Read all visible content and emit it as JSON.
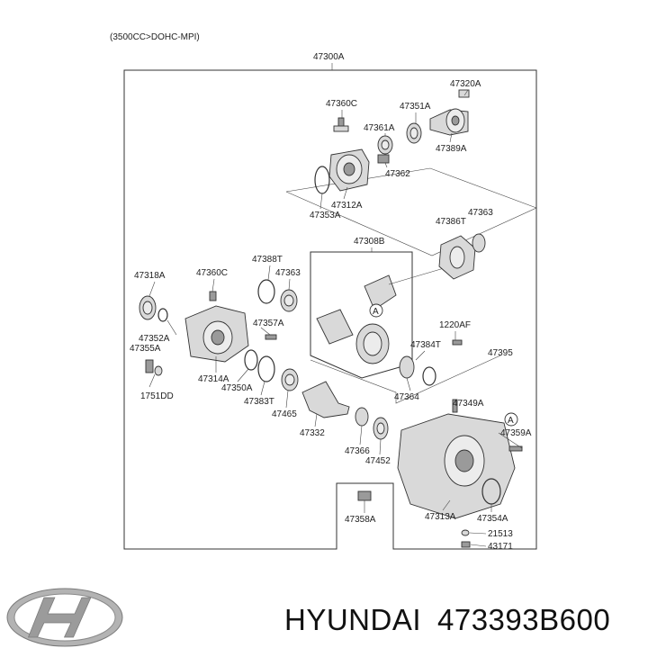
{
  "header": {
    "engine_note": "(3500CC>DOHC-MPI)"
  },
  "assembly": {
    "main_label": "47300A",
    "sub_label": "47308B"
  },
  "callouts": [
    "47360C",
    "47351A",
    "47320A",
    "47361A",
    "47389A",
    "47362",
    "47312A",
    "47353A",
    "47386T",
    "47363",
    "47388T",
    "47363",
    "47318A",
    "47360C",
    "47357A",
    "47352A",
    "47355A",
    "1751DD",
    "47314A",
    "47350A",
    "47383T",
    "47465",
    "47332",
    "1220AF",
    "47384T",
    "47395",
    "47364",
    "47349A",
    "47359A",
    "47366",
    "47452",
    "47358A",
    "47313A",
    "47354A",
    "21513",
    "43171"
  ],
  "circle_markers": [
    "A",
    "A"
  ],
  "footer": {
    "brand": "HYUNDAI",
    "part_number": "473393B600"
  },
  "logo": {
    "name": "hyundai-logo",
    "color": "#9b9b9b"
  }
}
